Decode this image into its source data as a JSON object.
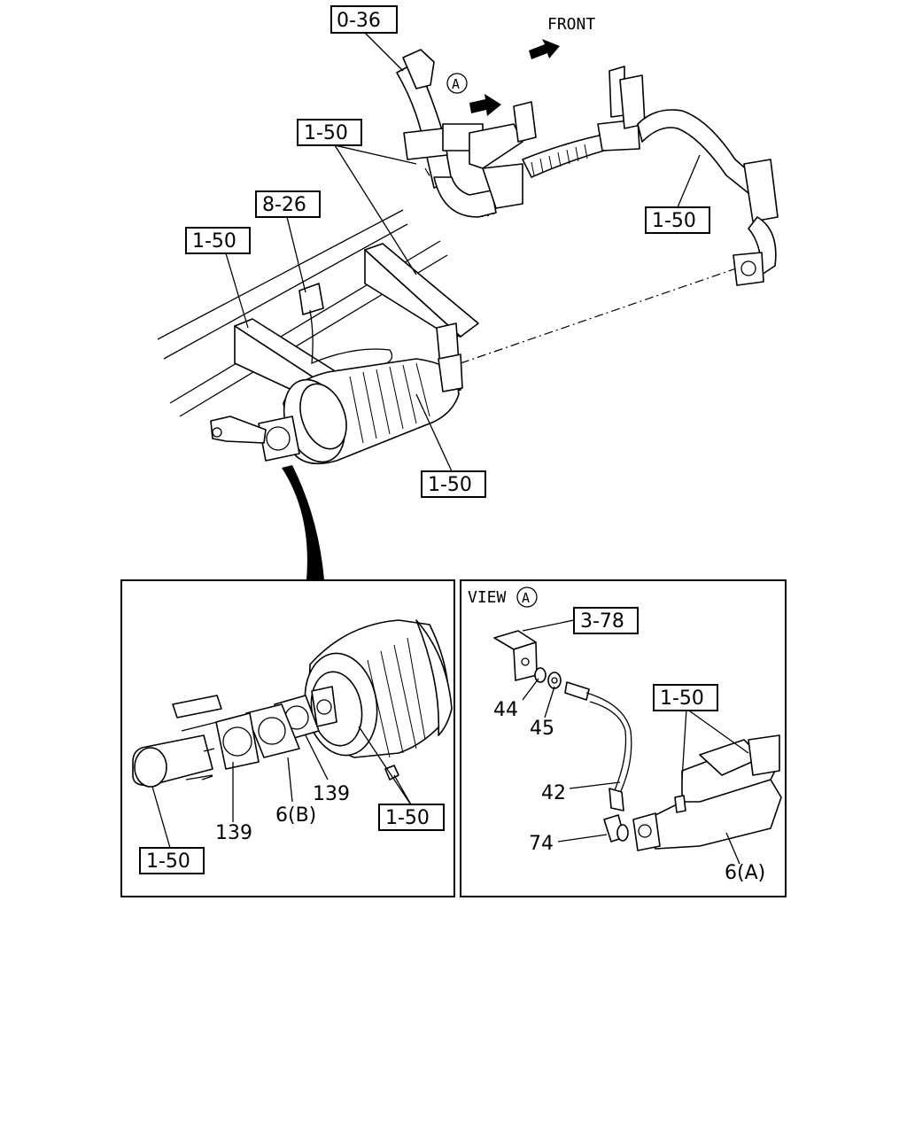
{
  "front_label": "FRONT",
  "view_marker": "A",
  "view_label": "VIEW",
  "refs": {
    "r036": "0-36",
    "r150_top": "1-50",
    "r826": "8-26",
    "r150_left": "1-50",
    "r150_right": "1-50",
    "r150_bottom": "1-50",
    "r150_inset_a": "1-50",
    "r150_inset_b": "1-50",
    "r378": "3-78",
    "r150_view": "1-50"
  },
  "parts": {
    "p139_a": "139",
    "p139_b": "139",
    "p6b": "6(B)",
    "p44": "44",
    "p45": "45",
    "p42": "42",
    "p74": "74",
    "p6a": "6(A)"
  }
}
